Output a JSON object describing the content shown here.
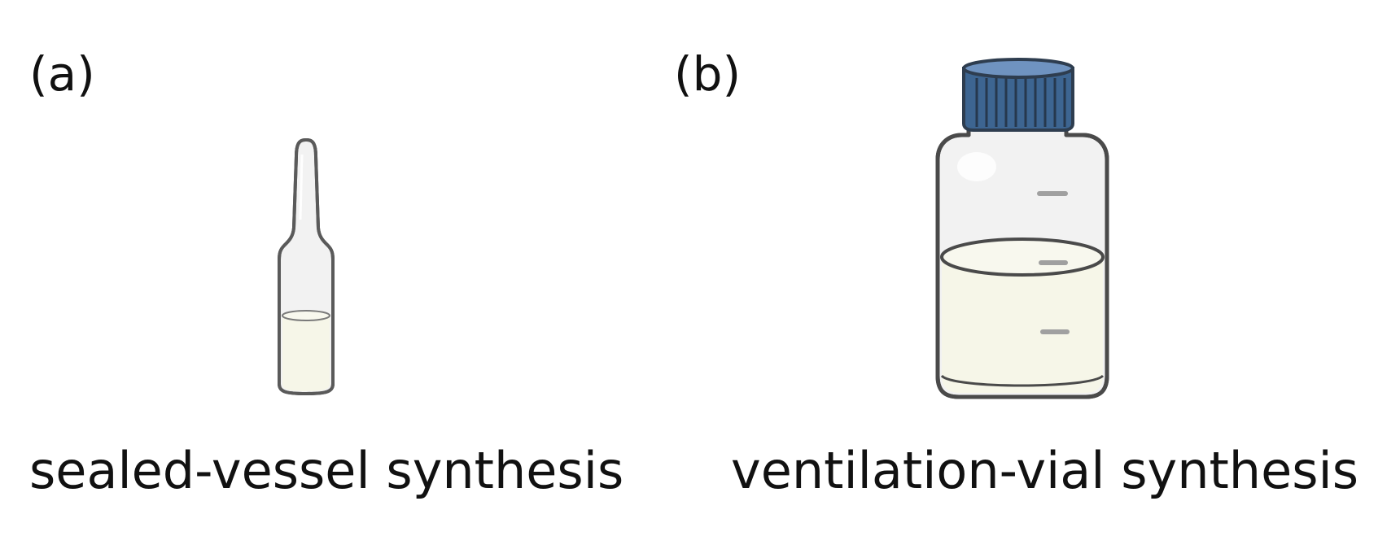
{
  "panels": [
    {
      "label": "(a)",
      "caption": "sealed-vessel synthesis"
    },
    {
      "label": "(b)",
      "caption": "ventilation-vial synthesis"
    }
  ],
  "colors": {
    "glass": "#f2f2f2",
    "glass_outline": "#555555",
    "liquid": "#f6f6e8",
    "cap": "#3d6591",
    "cap_top": "#6f93c0",
    "graduation": "#9a9a9a"
  },
  "icons": [
    "ampoule-icon",
    "vial-icon",
    "screw-cap-icon"
  ]
}
